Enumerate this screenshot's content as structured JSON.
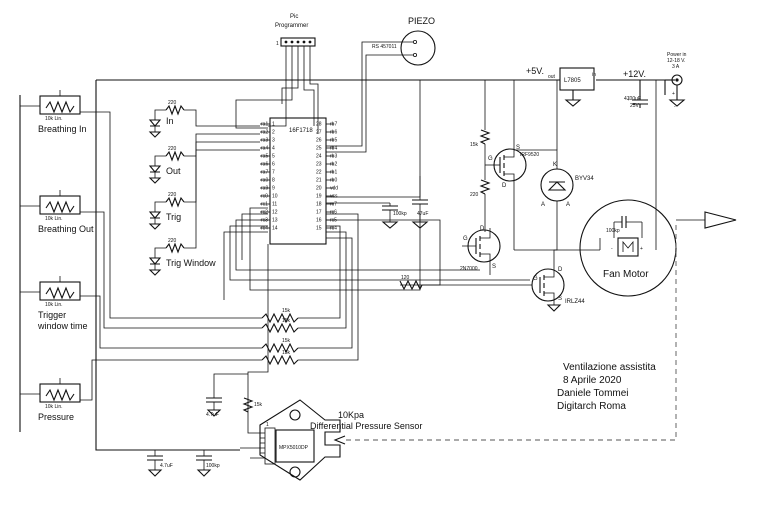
{
  "programmer": {
    "title_line1": "Pic",
    "title_line2": "Programmer",
    "pin1": "1"
  },
  "piezo": {
    "title": "PIEZO",
    "part": "RS 457011"
  },
  "power": {
    "in_line1": "Power in",
    "in_line2": "12-18 V.",
    "in_line3": "3 A",
    "v5": "+5V.",
    "v12": "+12V.",
    "reg_label": "L7805",
    "reg_out": "out",
    "reg_in": "in",
    "bulk_cap_1": "4700uF",
    "bulk_cap_2": "25V",
    "plus": "+",
    "minus": "-"
  },
  "mcu": {
    "part": "16F1718",
    "left_pins": [
      "ra1",
      "ra2",
      "ra3",
      "ra4",
      "ra5",
      "ra6",
      "ra7",
      "ra0",
      "ra9",
      "rc0",
      "rc1",
      "rc2",
      "rc3",
      "rc4"
    ],
    "left_nums": [
      "1",
      "2",
      "3",
      "4",
      "5",
      "6",
      "7",
      "8",
      "9",
      "10",
      "11",
      "12",
      "13",
      "14"
    ],
    "right_pins": [
      "rb7",
      "rb6",
      "rb5",
      "rb4",
      "rb3",
      "rb2",
      "rb1",
      "rb0",
      "vdd",
      "vss",
      "rc7",
      "rc6",
      "rc5",
      "rc4"
    ],
    "right_nums": [
      "28",
      "27",
      "26",
      "25",
      "24",
      "23",
      "22",
      "21",
      "20",
      "19",
      "18",
      "17",
      "16",
      "15"
    ],
    "decoupling_1": "100kp",
    "decoupling_2": "47uF"
  },
  "leds": {
    "resistor": "220",
    "items": [
      "In",
      "Out",
      "Trig",
      "Trig Window"
    ]
  },
  "pots": {
    "value": "10k Lin.",
    "items": [
      "Breathing In",
      "Breathing Out",
      "Trigger\nwindow time",
      "Pressure"
    ]
  },
  "series_resistors": [
    "15k",
    "15k",
    "15k",
    "15k"
  ],
  "pressure_sensor": {
    "title_line1": "10Kpa",
    "title_line2": "Differential Pressure Sensor",
    "part": "MPX5010DP",
    "pin1": "1",
    "r_label": "15k",
    "cap_left": "4.7uF",
    "cap_bottom_1": "4.7uF",
    "cap_bottom_2": "100kp"
  },
  "drivers": {
    "gate_r": "15k",
    "r220": "220",
    "r120": "120",
    "irf": "IRF9520",
    "byv": "BYV34",
    "n7000": "2N7000",
    "irlz": "IRLZ44",
    "pins": {
      "g": "G",
      "s": "S",
      "d": "D",
      "k": "K",
      "a": "A"
    }
  },
  "motor": {
    "title": "Fan Motor",
    "cap": "100kp",
    "plus": "+",
    "minus": "-"
  },
  "credits": [
    "Ventilazione assistita",
    "8 Aprile 2020",
    "Daniele Tommei",
    "Digitarch Roma"
  ]
}
